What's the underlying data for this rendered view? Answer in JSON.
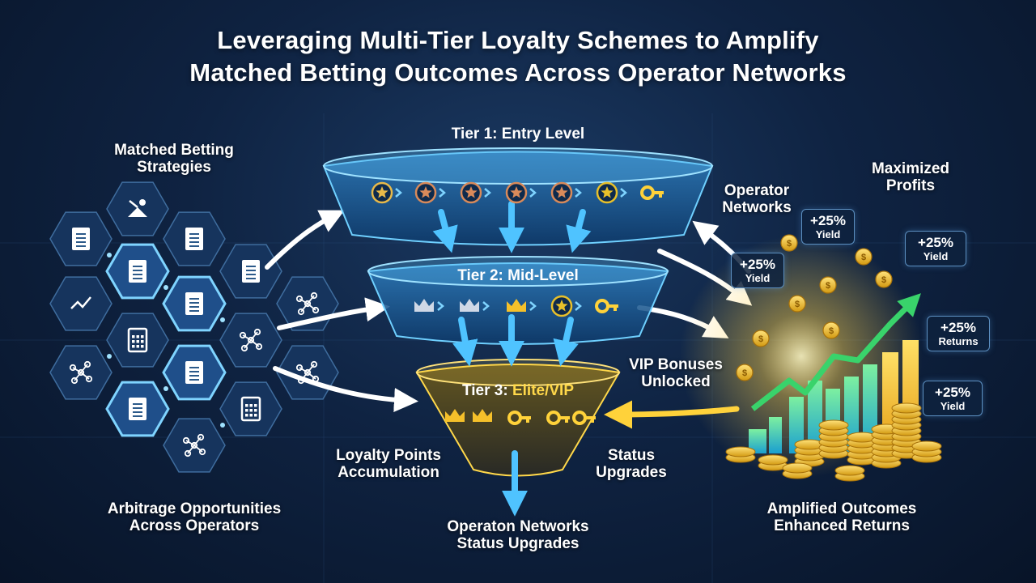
{
  "title": {
    "line1": "Leveraging Multi-Tier Loyalty Schemes to Amplify",
    "line2": "Matched Betting Outcomes Across Operator Networks"
  },
  "left": {
    "top_label": [
      "Matched Betting",
      "Strategies"
    ],
    "bottom_label": [
      "Arbitrage Opportunities",
      "Across Operators"
    ],
    "icons": [
      "scale-icon",
      "document-icon",
      "trend-icon",
      "calculator-icon",
      "network-icon"
    ]
  },
  "funnel": {
    "tier1": "Tier 1: Entry Level",
    "tier2": "Tier 2: Mid-Level",
    "tier3_prefix": "Tier 3:",
    "tier3_vip": "Elite/VIP",
    "loyalty": [
      "Loyalty Points",
      "Accumulation"
    ],
    "status": [
      "Status",
      "Upgrades"
    ],
    "bottom": [
      "Operaton Networks",
      "Status Upgrades"
    ],
    "vip_bonuses": [
      "VIP Bonuses",
      "Unlocked"
    ]
  },
  "right": {
    "operator_networks": [
      "Operator",
      "Networks"
    ],
    "maximized_profits": [
      "Maximized",
      "Profits"
    ],
    "outcomes": [
      "Amplified Outcomes",
      "Enhanced Returns"
    ],
    "badges": [
      {
        "value": "+25%",
        "sub": "Yield"
      },
      {
        "value": "+25%",
        "sub": "Yield"
      },
      {
        "value": "+25%",
        "sub": "Yield"
      },
      {
        "value": "+25%",
        "sub": "Returns"
      },
      {
        "value": "+25%",
        "sub": "Yield"
      }
    ]
  },
  "colors": {
    "background": "#0f2342",
    "funnel_edge": "#6fd0ff",
    "gold": "#f5c02a",
    "arrow": "#ffffff",
    "chart_green": "#39d36b"
  }
}
